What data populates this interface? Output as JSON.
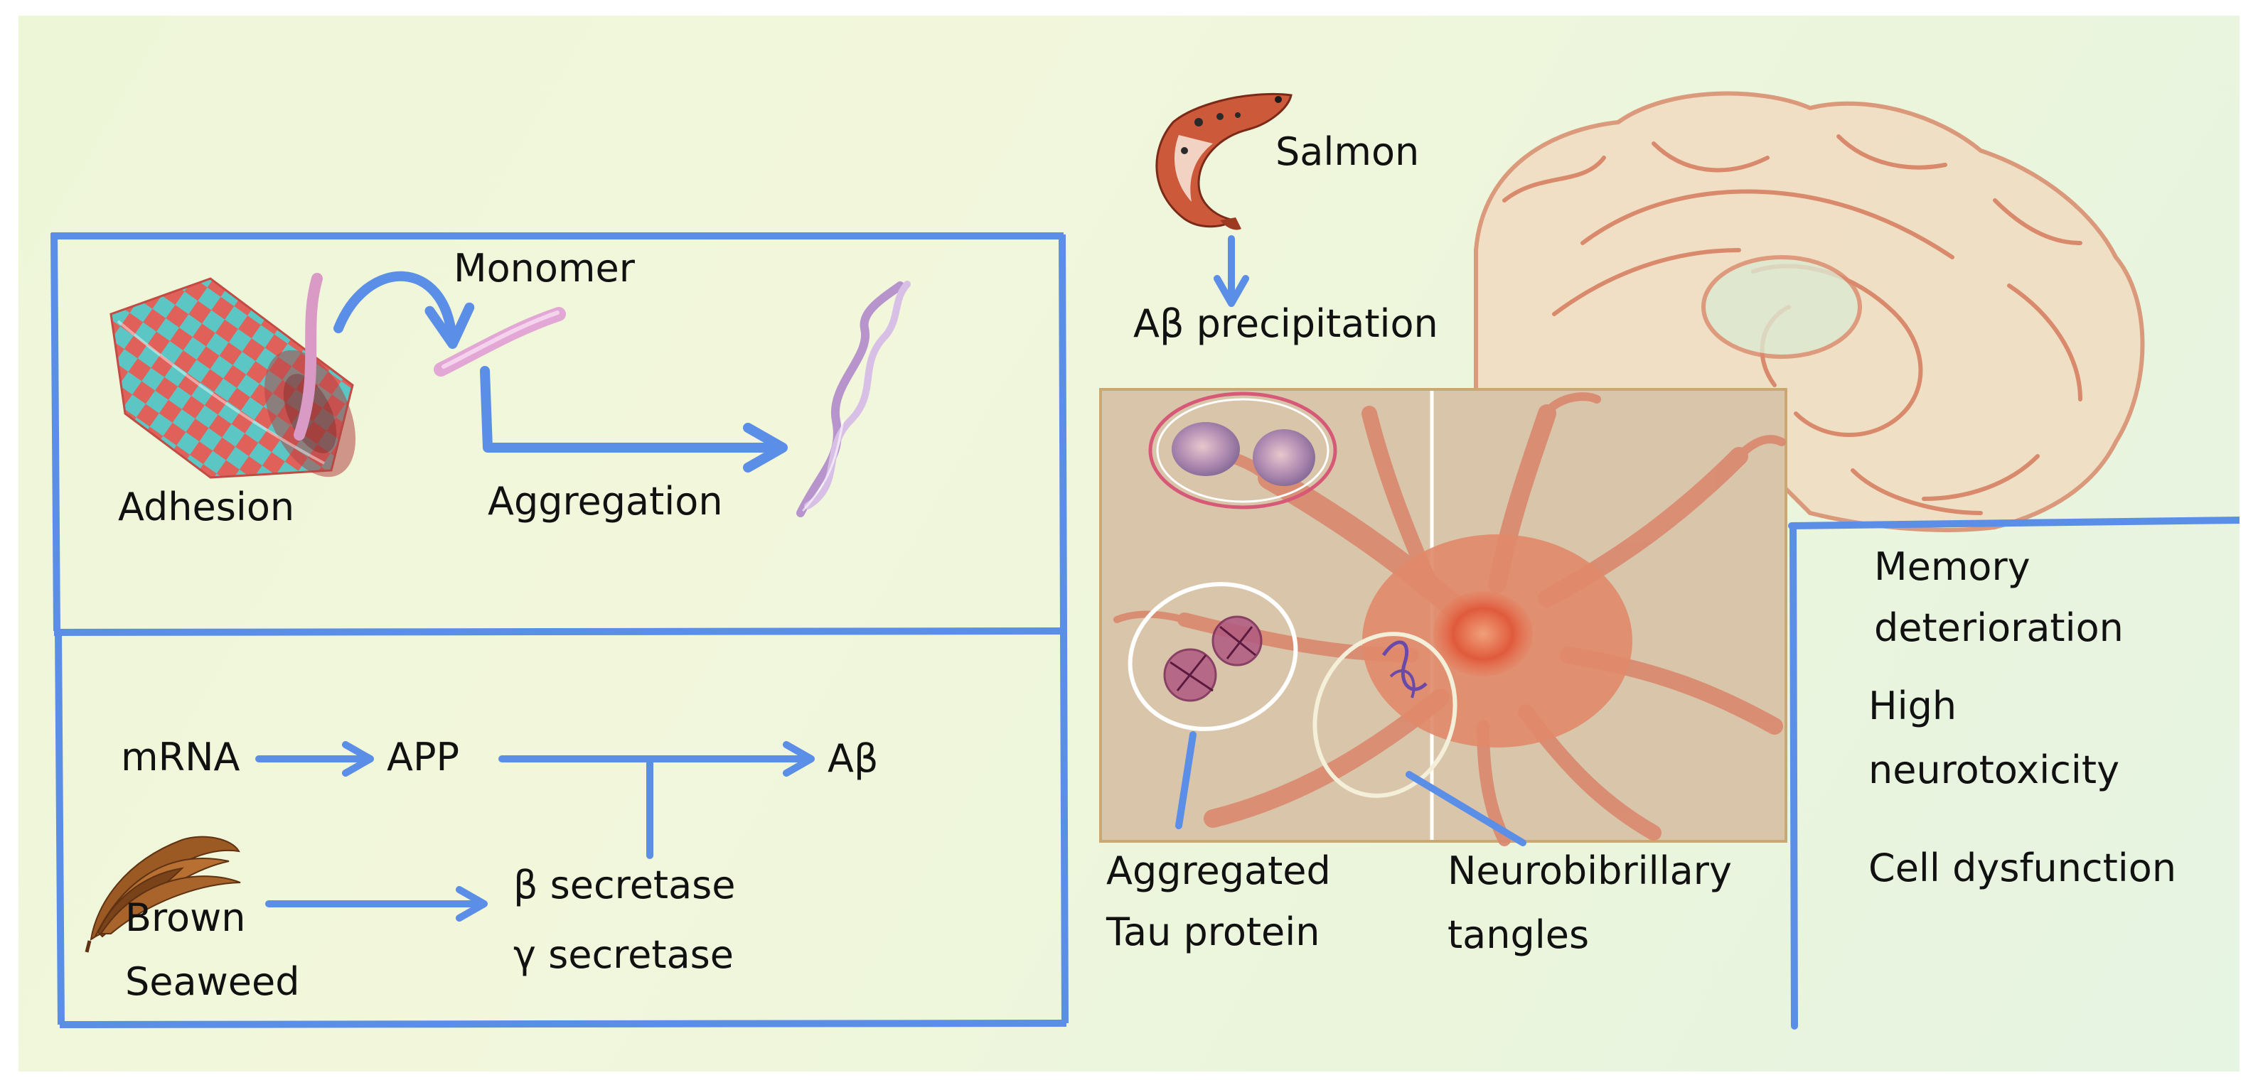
{
  "colors": {
    "arrow_blue": "#5b8ee6",
    "background": "#eef6d8",
    "neuron": "#d9876e",
    "brain_outline": "#d98a6c",
    "fibril_pink": "#c9a4d6",
    "nanotube_red": "#e0605a",
    "nanotube_cyan": "#5bc6c4"
  },
  "icons": [
    "salmon-icon",
    "brown-seaweed-icon",
    "nanotube-icon",
    "brain-icon",
    "neuron-icon",
    "fibril-icon",
    "monomer-icon"
  ],
  "top_panel": {
    "monomer": "Monomer",
    "adhesion": "Adhesion",
    "aggregation": "Aggregation"
  },
  "bottom_panel": {
    "mrna": "mRNA",
    "app": "APP",
    "abeta": "Aβ",
    "beta_secretase": "β secretase",
    "gamma_secretase": "γ secretase",
    "brown_seaweed_line1": "Brown",
    "brown_seaweed_line2": "Seaweed"
  },
  "center": {
    "salmon": "Salmon",
    "abeta_precipitation": "Aβ precipitation",
    "aggregated_tau_line1": "Aggregated",
    "aggregated_tau_line2": "Tau protein",
    "tangles_line1": "Neurobibrillary",
    "tangles_line2": "tangles"
  },
  "outcomes": {
    "memory_line1": "Memory",
    "memory_line2": "deterioration",
    "neurotox_line1": "High",
    "neurotox_line2": "neurotoxicity",
    "cell_dysfunction": "Cell dysfunction"
  }
}
